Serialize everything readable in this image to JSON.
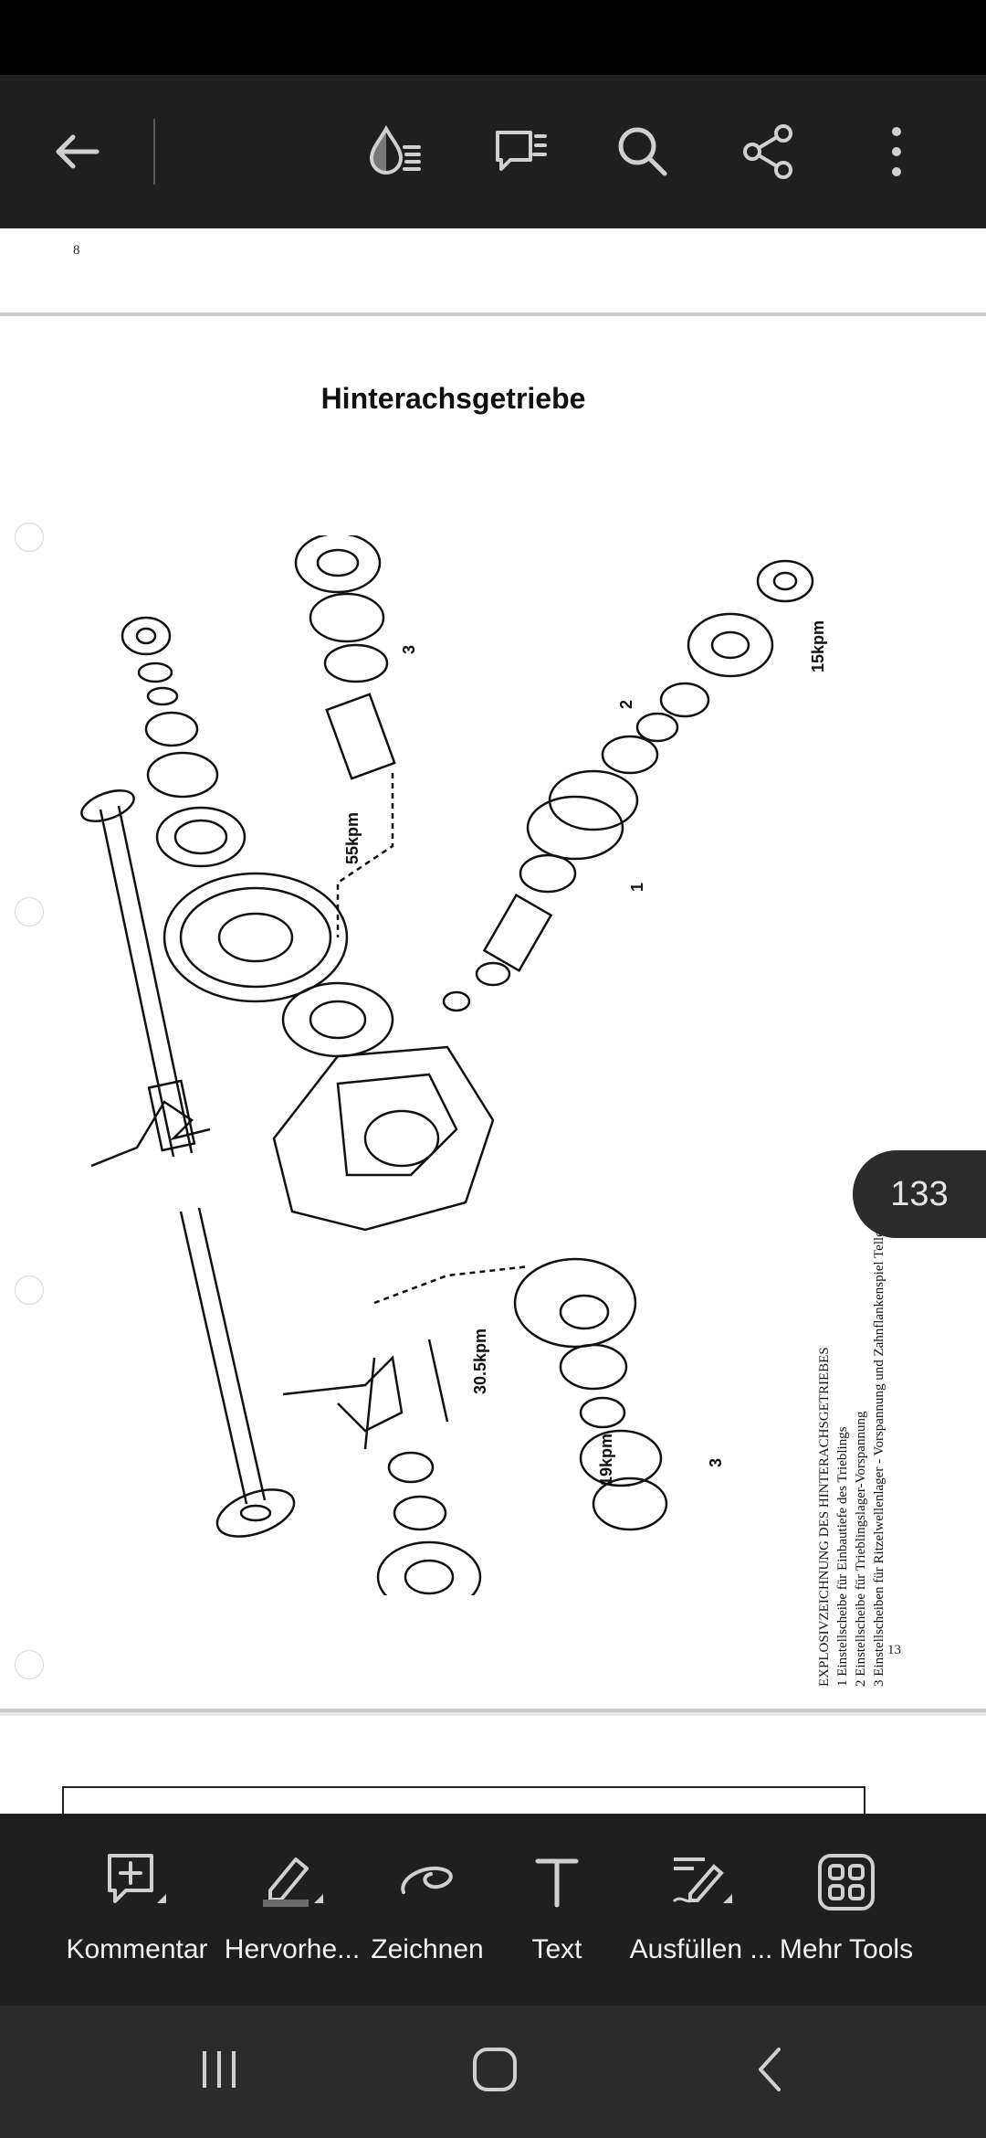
{
  "document": {
    "top_page_number": "8",
    "title": "Hinterachsgetriebe",
    "bottom_page_number": "13",
    "current_page_badge": "133",
    "caption_lines": [
      "EXPLOSIVZEICHNUNG DES HINTERACHSGETRIEBES",
      "1 Einstellscheibe für Einbautiefe des Trieblings",
      "2 Einstellscheibe für Trieblingslager-Vorspannung",
      "3 Einstellscheiben für Ritzelwellenlager - Vorspannung und Zahnflankenspiel Tellerrad"
    ],
    "torque_labels": [
      "55kpm",
      "15kpm",
      "30.5kpm",
      "19kpm"
    ],
    "callout_numbers": [
      "1",
      "2",
      "3",
      "3"
    ]
  },
  "topbar": {
    "icons": [
      "back-arrow-icon",
      "reading-mode-icon",
      "comment-list-icon",
      "search-icon",
      "share-icon",
      "more-vertical-icon"
    ]
  },
  "toolbar": {
    "tools": [
      {
        "label": "Kommentar",
        "icon": "comment-add-icon"
      },
      {
        "label": "Hervorhe...",
        "icon": "highlighter-icon"
      },
      {
        "label": "Zeichnen",
        "icon": "draw-icon"
      },
      {
        "label": "Text",
        "icon": "text-icon"
      },
      {
        "label": "Ausfüllen ...",
        "icon": "fill-sign-icon"
      },
      {
        "label": "Mehr Tools",
        "icon": "more-tools-grid-icon"
      }
    ]
  },
  "navbar": {
    "icons": [
      "recent-apps-icon",
      "home-icon",
      "back-icon"
    ]
  },
  "colors": {
    "bar_background": "#1f1f1f",
    "icon_color": "#d0d0d0",
    "page_background": "#ffffff"
  }
}
